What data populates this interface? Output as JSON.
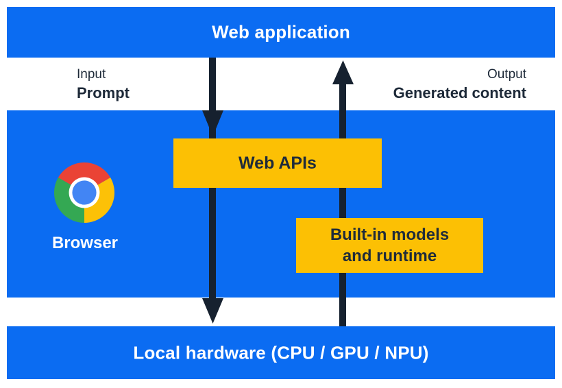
{
  "top_bar": {
    "label": "Web application"
  },
  "io": {
    "input_title": "Input",
    "input_value": "Prompt",
    "output_title": "Output",
    "output_value": "Generated content"
  },
  "browser_section": {
    "browser_label": "Browser",
    "web_apis_label": "Web APIs",
    "builtin_line1": "Built-in models",
    "builtin_line2": "and runtime"
  },
  "bottom_bar": {
    "label": "Local hardware (CPU / GPU / NPU)"
  },
  "icons": {
    "chrome": "chrome-browser-logo",
    "down_arrow": "down-arrow",
    "up_arrow": "up-arrow"
  },
  "colors": {
    "band_blue": "#0b6cf2",
    "box_yellow": "#fcc004",
    "arrow_navy": "#16212f",
    "text_dark": "#1d2938",
    "text_white": "#ffffff",
    "chrome_red": "#ea4335",
    "chrome_yellow": "#fcc107",
    "chrome_green": "#34a853",
    "chrome_blue": "#4285f4"
  }
}
